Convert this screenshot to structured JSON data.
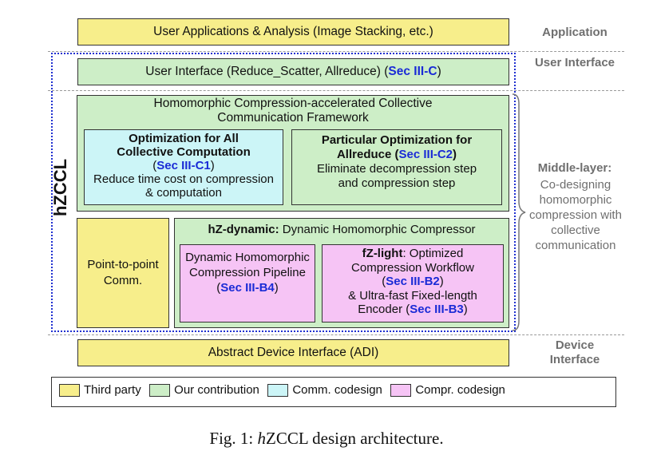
{
  "layers": {
    "application": "Application",
    "user_interface": "User Interface",
    "middle_layer_title": "Middle-layer:",
    "middle_layer_desc": "Co-designing homomorphic compression with collective communication",
    "device_interface": "Device Interface"
  },
  "boxes": {
    "user_apps": "User Applications & Analysis (Image Stacking, etc.)",
    "user_interface_text": "User Interface (Reduce_Scatter, Allreduce) (",
    "user_interface_ref": "Sec III-C",
    "framework_title": "Homomorphic Compression-accelerated Collective Communication Framework",
    "opt_all_title": "Optimization for All Collective Computation",
    "opt_all_ref": "Sec III-C1",
    "opt_all_desc": "Reduce time cost on compression & computation",
    "opt_allreduce_title": "Particular Optimization for Allreduce (",
    "opt_allreduce_ref": "Sec III-C2",
    "opt_allreduce_desc": "Eliminate decompression step and compression step",
    "p2p": "Point-to-point Comm.",
    "hz_dynamic_bold": "hZ-dynamic:",
    "hz_dynamic_rest": " Dynamic Homomorphic Compressor",
    "pipeline_text": "Dynamic Homomorphic Compression Pipeline (",
    "pipeline_ref": "Sec III-B4",
    "fz_bold": "fZ-light",
    "fz_rest": ": Optimized Compression Workflow",
    "fz_ref1": "Sec III-B2",
    "fz_mid": "& Ultra-fast Fixed-length Encoder (",
    "fz_ref2": "Sec III-B3",
    "adi": "Abstract Device Interface (ADI)",
    "hzccl_label": "hZCCL"
  },
  "legend": {
    "third_party": "Third party",
    "our_contribution": "Our contribution",
    "comm_codesign": "Comm. codesign",
    "compr_codesign": "Compr. codesign"
  },
  "caption": {
    "prefix": "Fig. 1: ",
    "italic": "h",
    "rest": "ZCCL design architecture."
  },
  "colors": {
    "third_party": "#f7ee8b",
    "our_contribution": "#cdeec7",
    "comm_codesign": "#ccf5f7",
    "compr_codesign": "#f6c4f5",
    "section_ref": "#1a2bd6",
    "hzccl_border": "#1f2fd0"
  }
}
